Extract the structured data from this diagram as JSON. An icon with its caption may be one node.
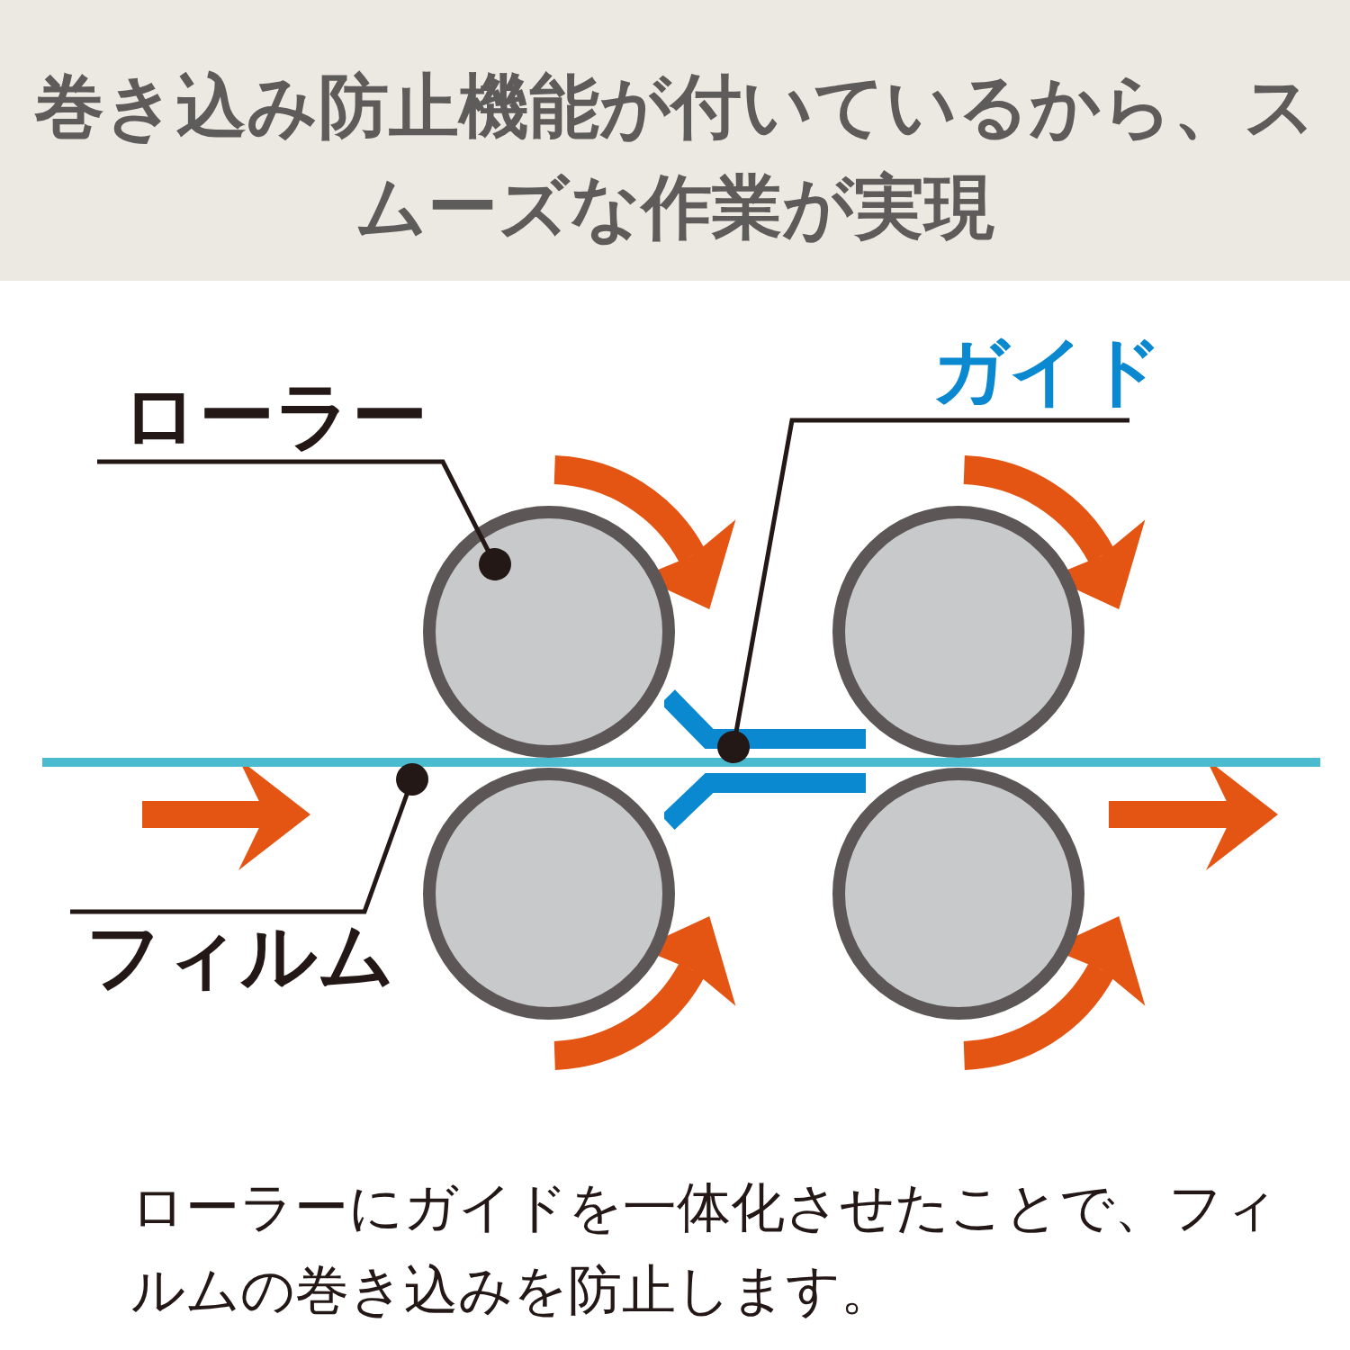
{
  "diagram": {
    "title": "巻き込み防止機能が付いているから、スムーズな作業が実現",
    "caption": "ローラーにガイドを一体化させたことで、フィルムの巻き込みを防止します。",
    "nodes": [
      {
        "text": [
          "ローラー"
        ]
      },
      {
        "text": [],
        "shape": "circle"
      },
      {
        "text": [],
        "shape": "circle"
      },
      {
        "text": [],
        "shape": "circle"
      },
      {
        "text": [],
        "shape": "circle"
      },
      {
        "text": [
          "ガイド"
        ]
      },
      {
        "text": [],
        "shape": "bar"
      },
      {
        "text": [
          "フィルム"
        ]
      },
      {
        "text": [],
        "shape": "bar"
      }
    ],
    "edges": [
      {
        "from": 0,
        "to": 1,
        "arrow": "other"
      },
      {
        "from": 5,
        "to": 6,
        "arrow": "other"
      },
      {
        "from": 7,
        "to": 8,
        "arrow": "other"
      }
    ]
  }
}
